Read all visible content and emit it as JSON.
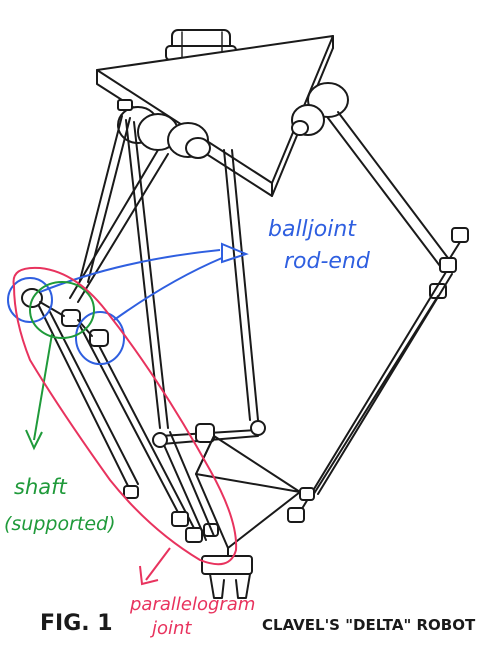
{
  "figure": {
    "label": "FIG. 1",
    "caption": "CLAVEL'S \"DELTA\" ROBOT"
  },
  "annotations": {
    "balljoint_line1": "balljoint",
    "balljoint_line2": "rod-end",
    "shaft_line1": "shaft",
    "shaft_line2": "(supported)",
    "parallelogram_line1": "parallelogram",
    "parallelogram_line2": "joint"
  },
  "colors": {
    "ink": "#1a1a1a",
    "balljoint": "#2f5fe0",
    "shaft": "#1f9a3a",
    "parallelogram": "#e8335e"
  }
}
